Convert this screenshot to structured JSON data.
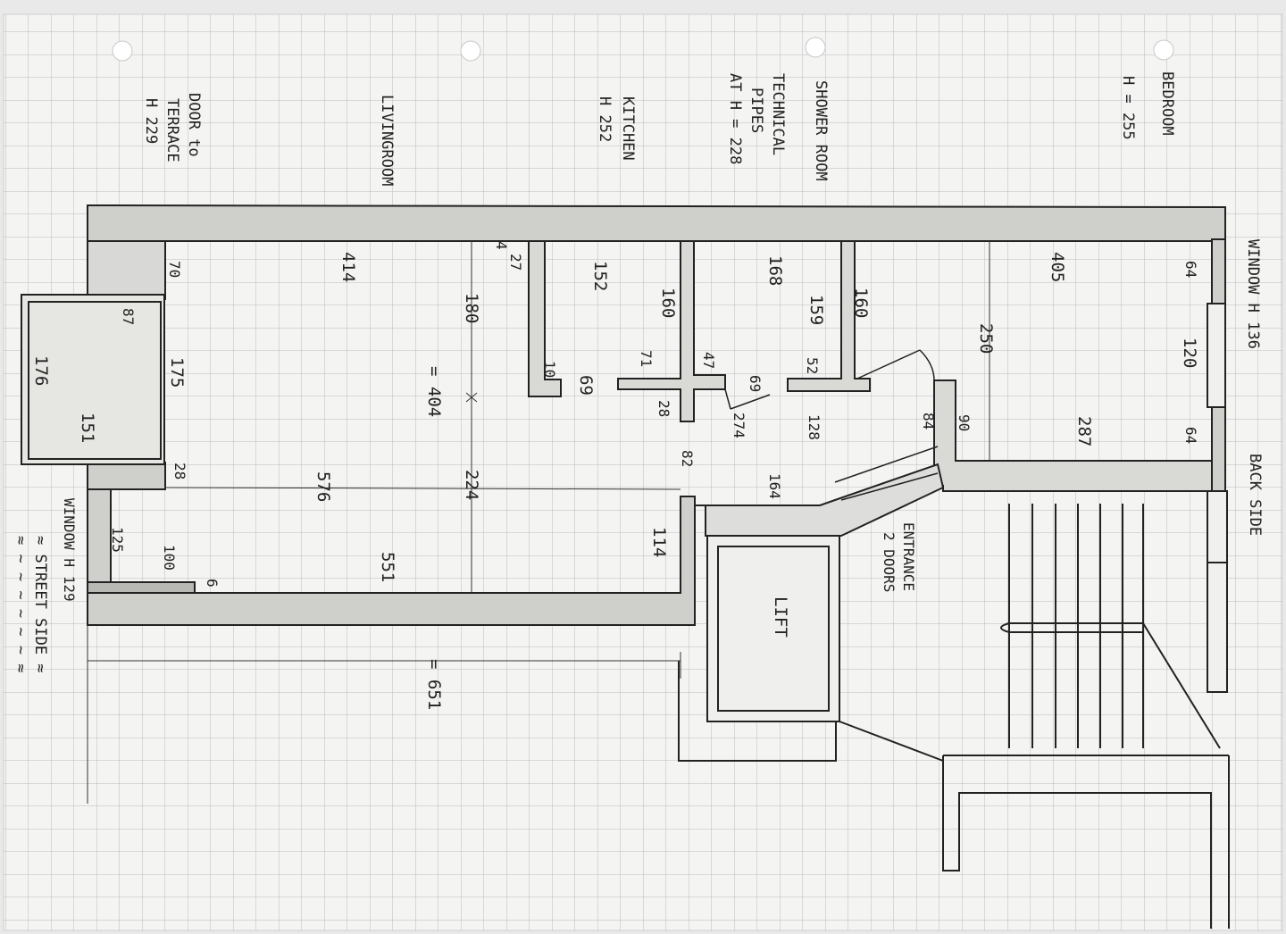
{
  "labels": {
    "bedroom": "BEDROOM",
    "bedroom_h": "H = 255",
    "shower_room": "SHOWER ROOM",
    "technical_pipes_1": "TECHNICAL",
    "technical_pipes_2": "PIPES",
    "technical_pipes_3": "AT H = 228",
    "kitchen": "KITCHEN",
    "kitchen_h": "H 252",
    "living_room": "LIVINGROOM",
    "door_terrace_1": "DOOR to",
    "door_terrace_2": "TERRACE",
    "door_terrace_3": "H 229",
    "window_back": "WINDOW H 136",
    "back_side": "BACK SIDE",
    "window_street": "WINDOW H 129",
    "street_side": "≈ STREET SIDE ≈",
    "street_waves": "≈ ~ ~ ~ ~ ~ ~ ≈",
    "entrance_1": "ENTRANCE",
    "entrance_2": "2 DOORS",
    "lift": "LIFT"
  },
  "dimensions": {
    "d70": "70",
    "d87": "87",
    "d176": "176",
    "d175": "175",
    "d151": "151",
    "d28a": "28",
    "d414": "414",
    "d180": "180",
    "d404": "= 404",
    "d576": "576",
    "d224": "224",
    "d551": "551",
    "d125": "125",
    "d100": "100",
    "d6": "6",
    "d651": "= 651",
    "d4": "4",
    "d27": "27",
    "d10": "10",
    "d152": "152",
    "d69a": "69",
    "d160a": "160",
    "d71": "71",
    "d47": "47",
    "d28b": "28",
    "d82": "82",
    "d114": "114",
    "d168": "168",
    "d159": "159",
    "d52": "52",
    "d69b": "69",
    "d274": "274",
    "d128": "128",
    "d164": "164",
    "d160b": "160",
    "d405": "405",
    "d250": "250",
    "d84": "84",
    "d90": "90",
    "d287": "287",
    "d64a": "64",
    "d120": "120",
    "d64b": "64"
  },
  "colors": {
    "paper": "#f4f4f2",
    "grid": "#b9bcc0",
    "ink": "#222222",
    "wall_fill": "#cfcfcc"
  }
}
